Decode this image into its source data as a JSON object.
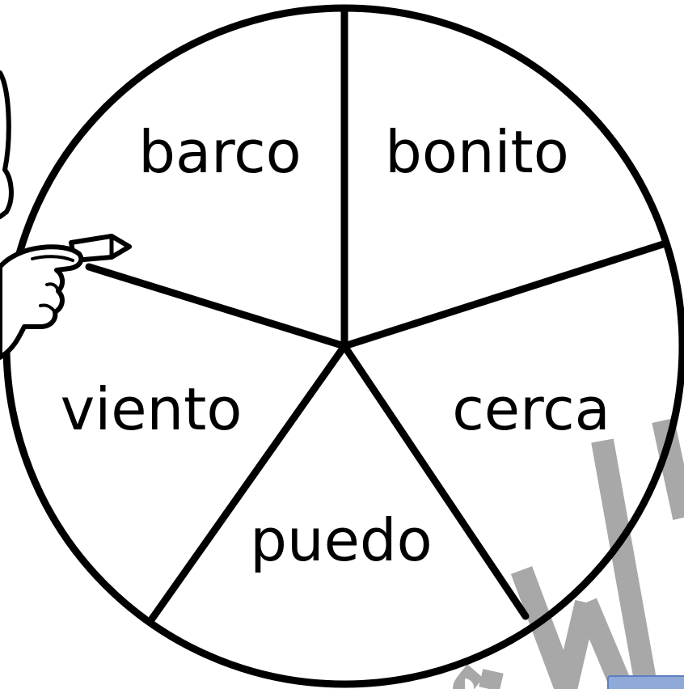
{
  "spinner": {
    "words": [
      "barco",
      "bonito",
      "cerca",
      "puedo",
      "viento"
    ]
  },
  "colors": {
    "stroke": "#000000",
    "background": "#ffffff",
    "watermark": "#9e9e9e",
    "corner_badge": "#8fa9d8"
  },
  "decorations": {
    "hand_icon": "pointing-hand-with-pencil",
    "watermark_kind": "preview-watermark"
  }
}
